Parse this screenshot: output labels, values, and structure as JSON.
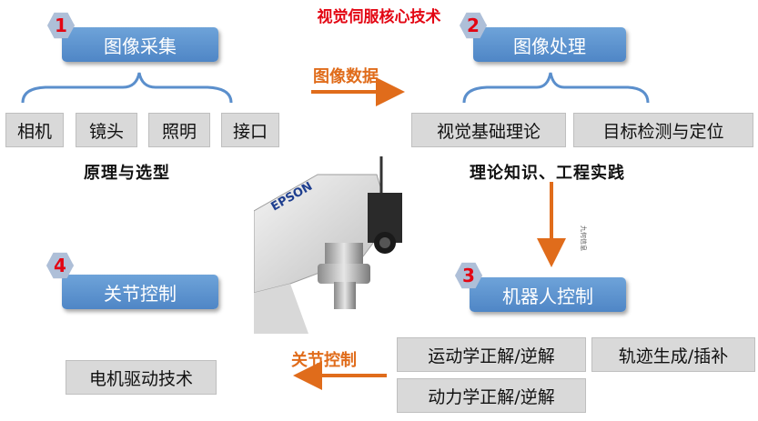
{
  "title": "视觉伺服核心技术",
  "stages": [
    {
      "num": "1",
      "label": "图像采集"
    },
    {
      "num": "2",
      "label": "图像处理"
    },
    {
      "num": "3",
      "label": "机器人控制"
    },
    {
      "num": "4",
      "label": "关节控制"
    }
  ],
  "acquisition_items": [
    "相机",
    "镜头",
    "照明",
    "接口"
  ],
  "acquisition_note": "原理与选型",
  "processing_items": [
    "视觉基础理论",
    "目标检测与定位"
  ],
  "processing_note": "理论知识、工程实践",
  "flow_labels": {
    "image_data": "图像数据",
    "joint_control": "关节控制"
  },
  "robot_control_items": [
    "运动学正解/逆解",
    "轨迹生成/插补",
    "动力学正解/逆解"
  ],
  "joint_item": "电机驱动技术",
  "photo": {
    "brand": "EPSON",
    "watermark": "九何信息"
  },
  "colors": {
    "accent_red": "#e30613",
    "stage_blue": "#5b8fcc",
    "arrow_orange": "#e06c1b",
    "box_gray": "#d9d9d9"
  }
}
